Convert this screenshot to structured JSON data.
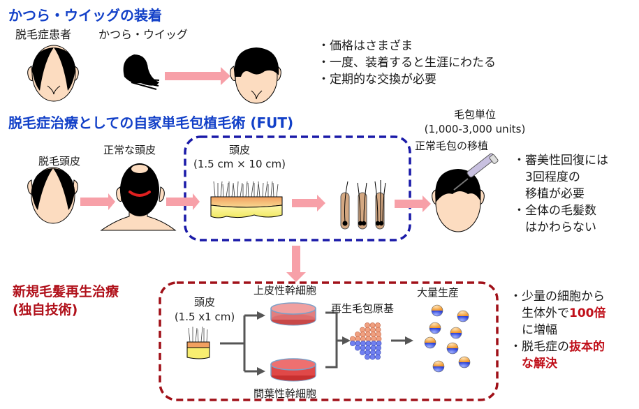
{
  "section_wig": {
    "title": "かつら・ウイッグの装着",
    "label_patient": "脱毛症患者",
    "label_wig": "かつら・ウイッグ",
    "bullets": [
      "・価格はさまざま",
      "・一度、装着すると生涯にわたる",
      "・定期的な交換が必要"
    ]
  },
  "section_fut": {
    "title": "脱毛症治療としての自家単毛包植毛術 (FUT)",
    "label_bald_scalp": "脱毛頭皮",
    "label_normal_scalp": "正常な頭皮",
    "label_scalp": "頭皮",
    "label_scalp_size": "(1.5 cm × 10 cm)",
    "label_follicle_unit": "毛包単位",
    "label_follicle_count": "(1,000-3,000 units)",
    "label_transplant": "正常毛包の移植",
    "bullets": [
      {
        "lines": [
          "・審美性回復には",
          "　3回程度の",
          "　移植が必要"
        ]
      },
      {
        "lines": [
          "・全体の毛髪数",
          "　はかわらない"
        ]
      }
    ]
  },
  "section_regen": {
    "title_line1": "新規毛髪再生治療",
    "title_line2": "(独自技術)",
    "label_scalp": "頭皮",
    "label_scalp_size": "(1.5 x1 cm)",
    "label_epithelial": "上皮性幹細胞",
    "label_mesenchymal": "間葉性幹細胞",
    "label_germ": "再生毛包原基",
    "label_mass": "大量生産",
    "bullet1_part1": "・少量の細胞から",
    "bullet1_part2": "　生体外で",
    "bullet1_highlight": "100倍",
    "bullet1_part3": "　に増幅",
    "bullet2_part1": "・脱毛症の",
    "bullet2_highlight1": "抜本的",
    "bullet2_highlight2": "　な解決"
  },
  "colors": {
    "blue_title": "#1240c8",
    "red_title": "#b0101a",
    "blue_dash": "#1a1aa8",
    "red_dash": "#a01018",
    "arrow_pink": "#f7a0a8",
    "skin": "#fcdcc0",
    "hair": "#000000"
  }
}
